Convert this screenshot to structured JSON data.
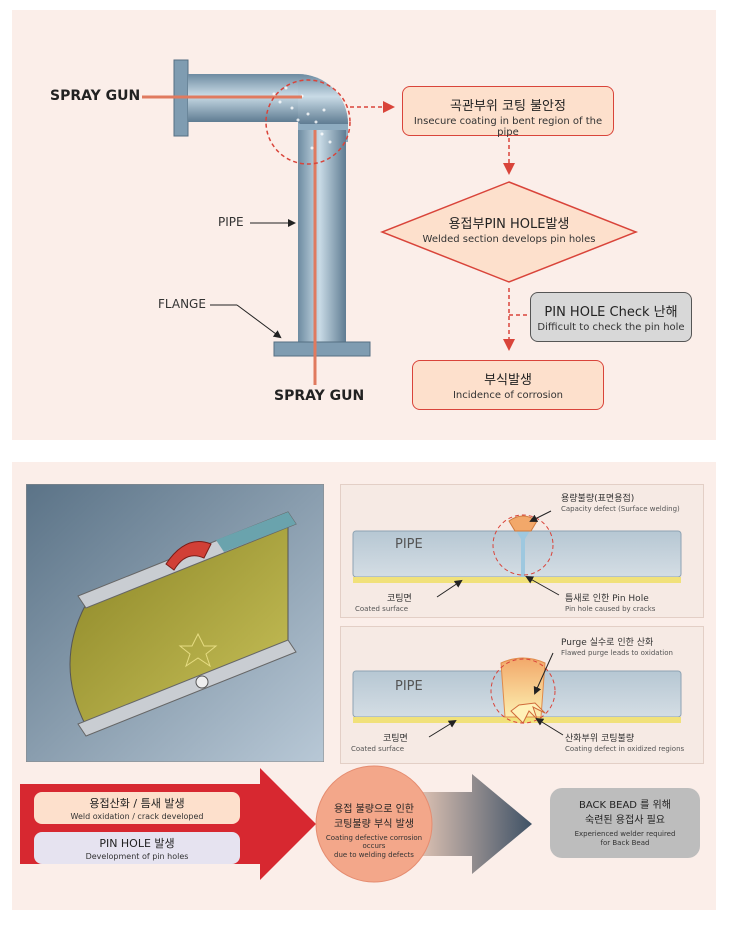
{
  "top": {
    "spray_gun_left": "SPRAY GUN",
    "spray_gun_bottom": "SPRAY GUN",
    "pipe_label": "PIPE",
    "flange_label": "FLANGE",
    "box1": {
      "kr": "곡관부위 코팅 불안정",
      "en": "Insecure coating in bent region of the pipe"
    },
    "diamond": {
      "kr": "용접부PIN HOLE발생",
      "en": "Welded section develops pin holes"
    },
    "gray_box": {
      "kr": "PIN HOLE Check 난해",
      "en": "Difficult to check the pin hole"
    },
    "box3": {
      "kr": "부식발생",
      "en": "Incidence of corrosion"
    },
    "colors": {
      "peach": "#fde0cc",
      "red": "#d9443a",
      "pipe": "#8eacc0"
    }
  },
  "bottom": {
    "diag1": {
      "pipe": "PIPE",
      "defect_kr": "용량불량(표면용접)",
      "defect_en": "Capacity defect (Surface welding)",
      "coated_kr": "코팅면",
      "coated_en": "Coated surface",
      "pinhole_kr": "틈새로 인한  Pin Hole",
      "pinhole_en": "Pin hole caused by cracks"
    },
    "diag2": {
      "pipe": "PIPE",
      "purge_kr": "Purge 실수로 인한 산화",
      "purge_en": "Flawed purge leads to oxidation",
      "coated_kr": "코팅면",
      "coated_en": "Coated surface",
      "oxid_kr": "산화부위 코팅불량",
      "oxid_en": "Coating defect in oxidized regions"
    },
    "flow": {
      "item1": {
        "kr": "용접산화 / 틈새 발생",
        "en": "Weld oxidation / crack developed"
      },
      "item2": {
        "kr": "PIN HOLE 발생",
        "en": "Development of pin holes"
      },
      "circle": {
        "kr": "용접 불량으로 인한 코팅불량 부식 발생",
        "kr1": "용접 불량으로 인한",
        "kr2": "코팅불량 부식 발생",
        "en1": "Coating defective corrosion occurs",
        "en2": "due to welding defects"
      },
      "gray": {
        "kr1": "BACK BEAD 를 위해",
        "kr2": "숙련된 용접사 필요",
        "en1": "Experienced welder required",
        "en2": "for Back Bead"
      }
    }
  }
}
